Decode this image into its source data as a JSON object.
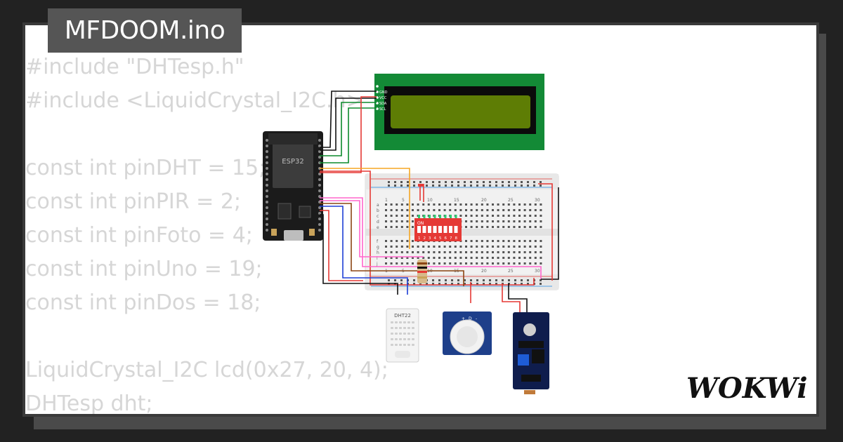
{
  "header": {
    "filename": "MFDOOM.ino"
  },
  "code_lines": [
    "#include \"DHTesp.h\"",
    "#include <LiquidCrystal_I2C.h>",
    "",
    "const int pinDHT = 15;",
    "const int pinPIR = 2;",
    "const int pinFoto = 4;",
    "const int pinUno = 19;",
    "const int pinDos = 18;",
    "",
    "LiquidCrystal_I2C lcd(0x27, 20, 4);",
    "DHTesp dht;"
  ],
  "diagram": {
    "esp32_label": "ESP32",
    "lcd_pins": [
      "GND",
      "VCC",
      "SDA",
      "SCL"
    ],
    "dip_label": "ON",
    "dip_numbers": [
      "1",
      "2",
      "3",
      "4",
      "5",
      "6",
      "7",
      "8"
    ],
    "dht_label": "DHT22",
    "pir_pins": [
      "+",
      "D",
      "-"
    ],
    "breadboard_cols": [
      "1",
      "5",
      "10",
      "15",
      "20",
      "25",
      "30"
    ],
    "breadboard_rows_top": [
      "a",
      "b",
      "c",
      "d",
      "e"
    ],
    "breadboard_rows_bottom": [
      "f",
      "g",
      "h",
      "i",
      "j"
    ]
  },
  "brand": {
    "name": "WOKWi"
  },
  "colors": {
    "background": "#222222",
    "card": "#ffffff",
    "code_text": "#d6d6d6",
    "tab": "#555555",
    "lcd_board": "#138a36",
    "lcd_screen": "#5e7d05"
  }
}
